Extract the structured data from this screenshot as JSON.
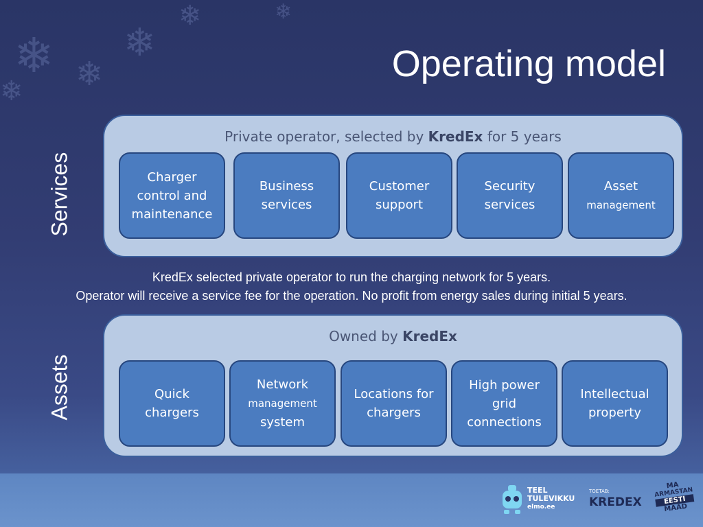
{
  "slide": {
    "title": "Operating model"
  },
  "services": {
    "side_label": "Services",
    "header_prefix": "Private operator, selected by ",
    "header_bold": "KredEx",
    "header_suffix": " for 5 years",
    "boxes": [
      {
        "lines": [
          "Charger",
          "control and",
          "maintenance"
        ]
      },
      {
        "lines": [
          "Business",
          "services"
        ]
      },
      {
        "lines": [
          "Customer",
          "support"
        ]
      },
      {
        "lines": [
          "Security",
          "services"
        ]
      },
      {
        "lines": [
          "Asset",
          "management"
        ]
      }
    ]
  },
  "middle": {
    "line1": "KredEx selected private operator to run the charging network for 5 years.",
    "line2": "Operator will receive a service fee for the operation. No profit from energy sales during initial 5 years."
  },
  "assets": {
    "side_label": "Assets",
    "header_prefix": "Owned by ",
    "header_bold": "KredEx",
    "boxes": [
      {
        "lines": [
          "Quick",
          "chargers"
        ]
      },
      {
        "lines": [
          "Network",
          "management",
          "system"
        ]
      },
      {
        "lines": [
          "Locations for",
          "chargers"
        ]
      },
      {
        "lines": [
          "High power",
          "grid",
          "connections"
        ]
      },
      {
        "lines": [
          "Intellectual",
          "property"
        ]
      }
    ]
  },
  "footer": {
    "logo1_line1": "TEEL",
    "logo1_line2": "TULEVIKKU",
    "logo1_line3": "elmo.ee",
    "logo2_prefix": "TOETAB:",
    "logo2_name": "KREDEX",
    "logo3_line1": "MA",
    "logo3_line2": "ARMASTAN",
    "logo3_line3": "EESTI",
    "logo3_line4": "MAAD"
  }
}
